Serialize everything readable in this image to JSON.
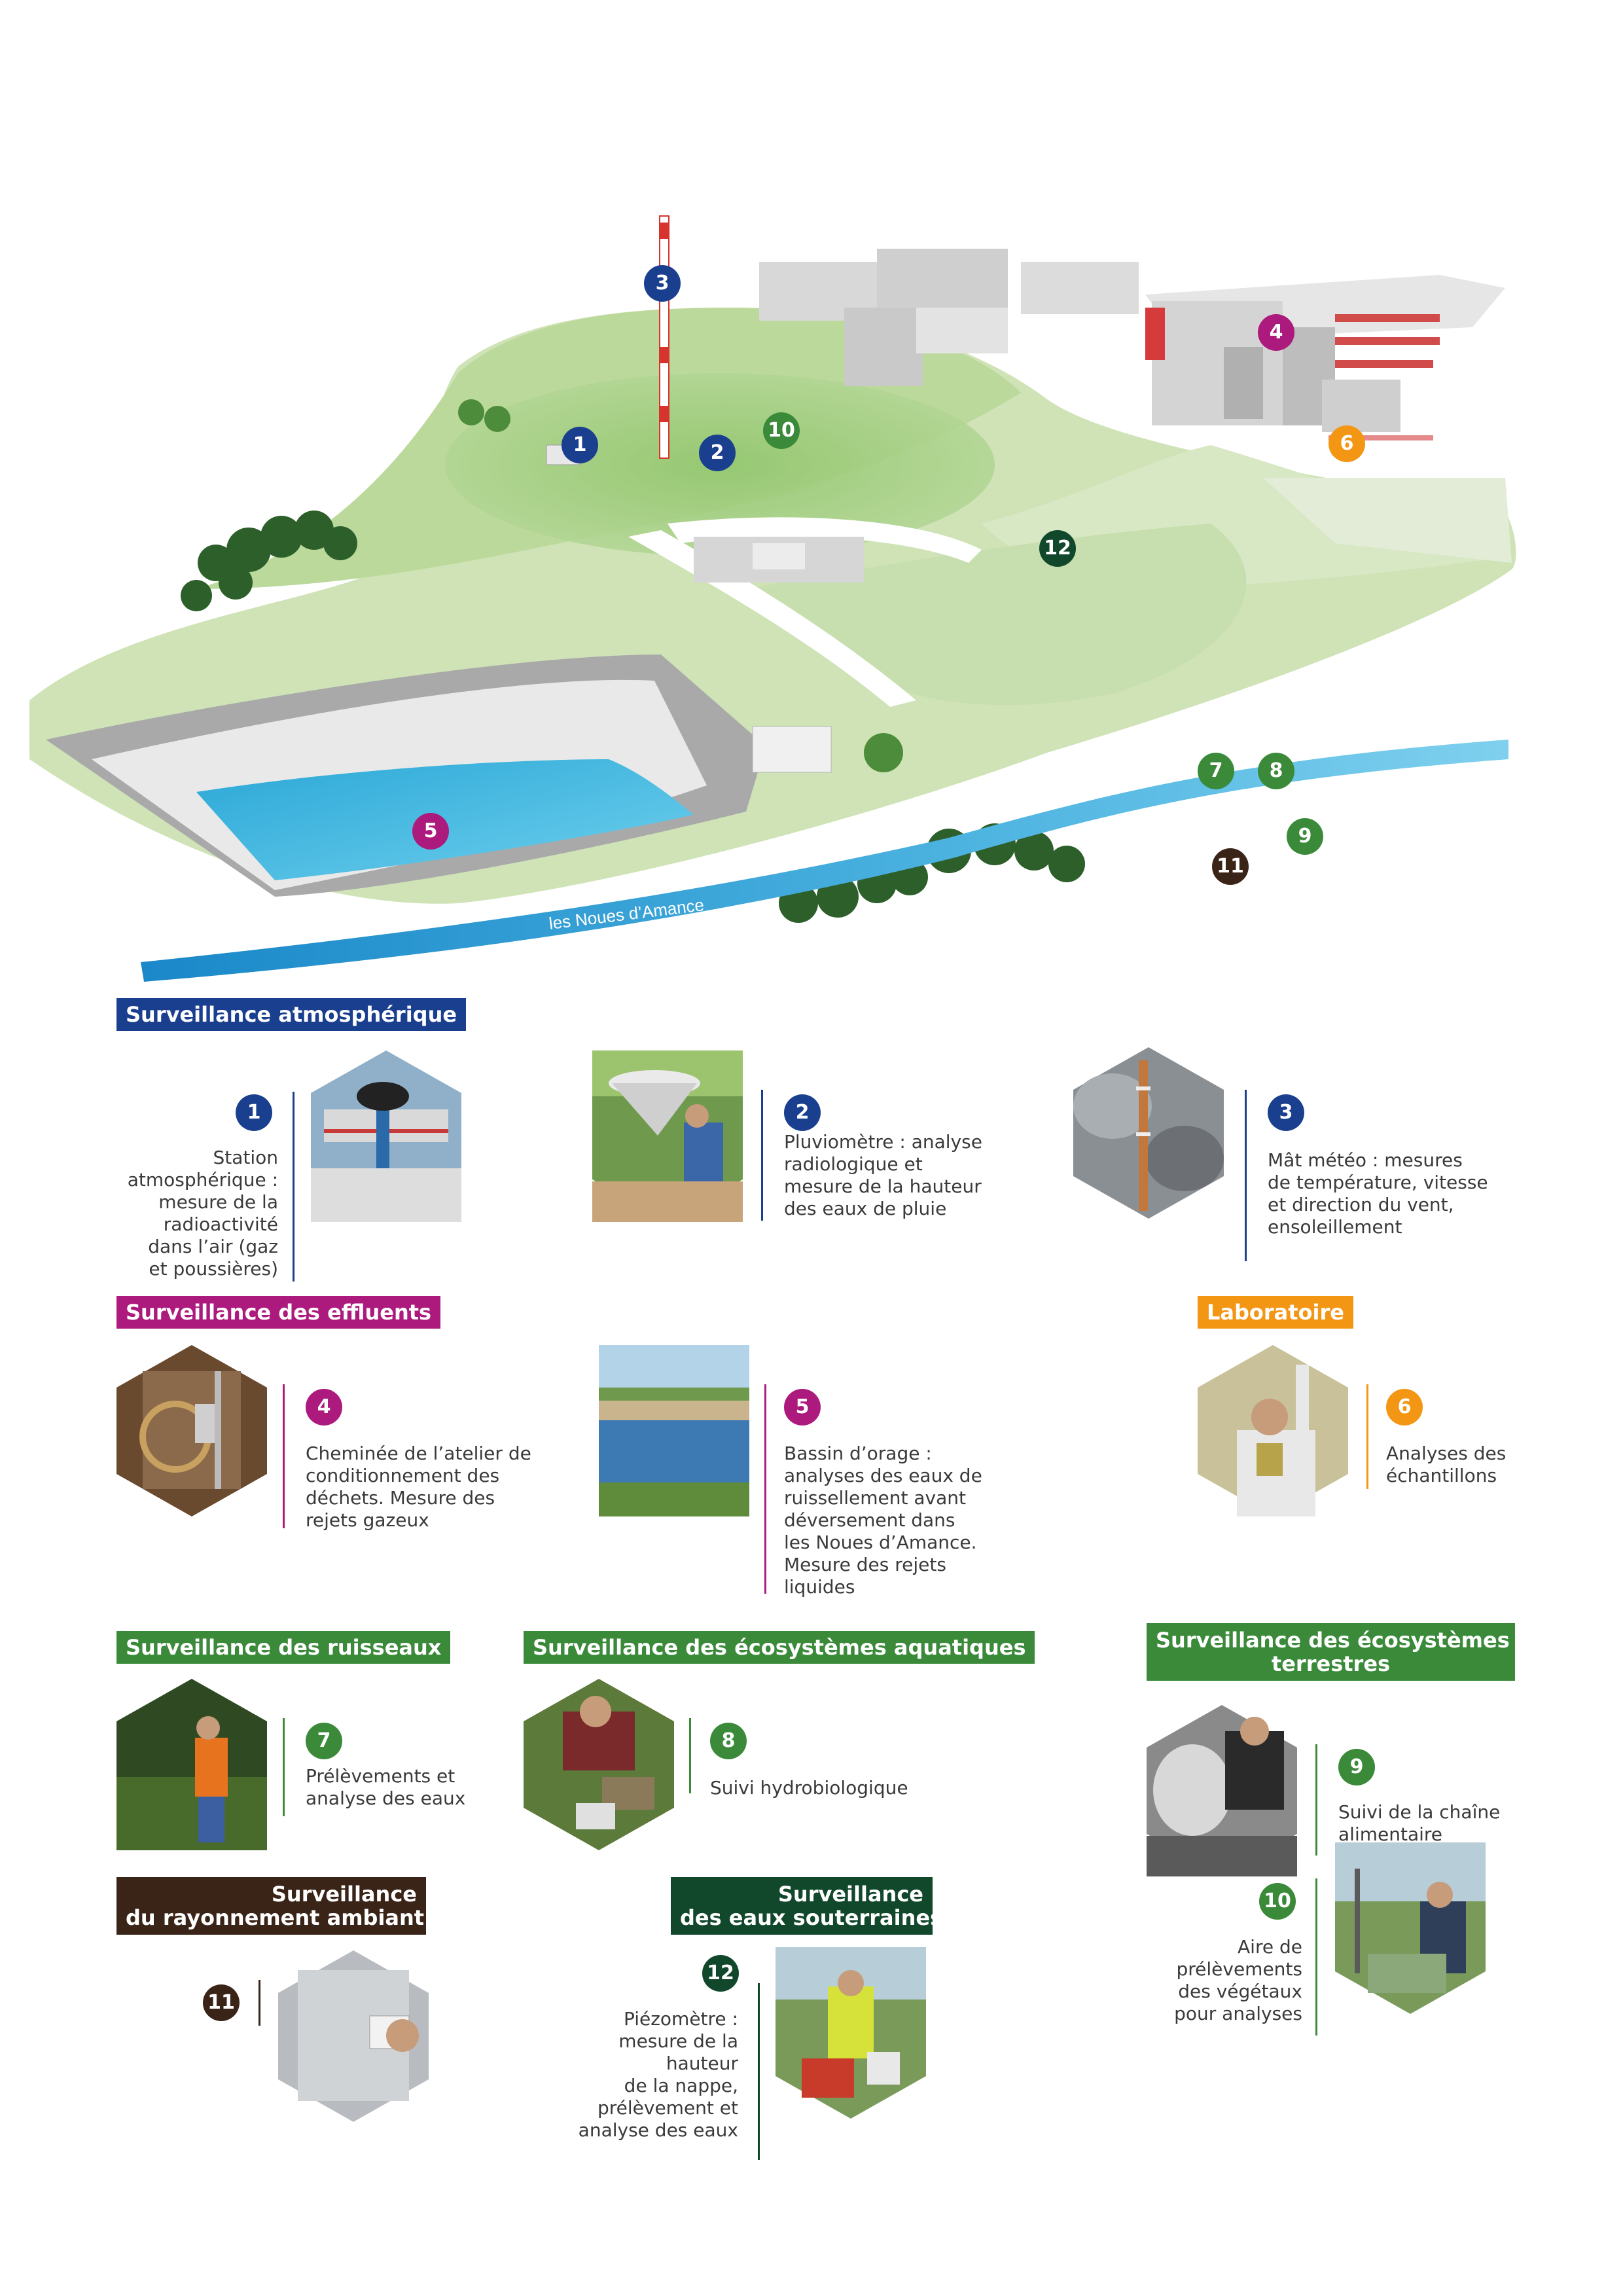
{
  "colors": {
    "atmos": "#1b3f8f",
    "effluents": "#ad1a7d",
    "labo": "#f39614",
    "green": "#3a8a3a",
    "dark_green": "#11472a",
    "brown": "#3a2418"
  },
  "map": {
    "river_label": "les Noues d’Amance",
    "markers": [
      {
        "num": "1",
        "color": "#1b3f8f"
      },
      {
        "num": "2",
        "color": "#1b3f8f"
      },
      {
        "num": "3",
        "color": "#1b3f8f"
      },
      {
        "num": "4",
        "color": "#ad1a7d"
      },
      {
        "num": "5",
        "color": "#ad1a7d"
      },
      {
        "num": "6",
        "color": "#f39614"
      },
      {
        "num": "7",
        "color": "#3a8a3a"
      },
      {
        "num": "8",
        "color": "#3a8a3a"
      },
      {
        "num": "9",
        "color": "#3a8a3a"
      },
      {
        "num": "10",
        "color": "#3a8a3a"
      },
      {
        "num": "11",
        "color": "#3a2418"
      },
      {
        "num": "12",
        "color": "#11472a"
      }
    ]
  },
  "headings": {
    "atmos": "Surveillance atmosphérique",
    "effluents": "Surveillance des effluents",
    "labo": "Laboratoire",
    "ruisseaux": "Surveillance des ruisseaux",
    "aquatiques": "Surveillance des écosystèmes aquatiques",
    "terrestres_1": "Surveillance des écosystèmes",
    "terrestres_2": "terrestres",
    "rayonnement_1": "Surveillance",
    "rayonnement_2": "du rayonnement ambiant",
    "souterraines_1": "Surveillance",
    "souterraines_2": "des eaux souterraines"
  },
  "items": {
    "i1": {
      "num": "1",
      "photo": "atmospheric-station-photo",
      "lines": [
        "Station",
        "atmosphérique :",
        "mesure de la",
        "radioactivité",
        "dans l’air (gaz",
        "et poussières)"
      ]
    },
    "i2": {
      "num": "2",
      "photo": "rain-gauge-photo",
      "lines": [
        "Pluviomètre : analyse",
        "radiologique et",
        "mesure de la hauteur",
        "des eaux de pluie"
      ]
    },
    "i3": {
      "num": "3",
      "photo": "weather-mast-photo",
      "lines": [
        "Mât météo : mesures",
        "de température, vitesse",
        "et direction du vent,",
        "ensoleillement"
      ]
    },
    "i4": {
      "num": "4",
      "photo": "stack-photo",
      "lines": [
        "Cheminée de l’atelier de",
        "conditionnement des",
        "déchets. Mesure des",
        "rejets gazeux"
      ]
    },
    "i5": {
      "num": "5",
      "photo": "storm-basin-photo",
      "lines": [
        "Bassin d’orage :",
        "analyses des eaux de",
        "ruissellement avant",
        "déversement dans",
        "les Noues d’Amance.",
        "Mesure des rejets",
        "liquides"
      ]
    },
    "i6": {
      "num": "6",
      "photo": "laboratory-photo",
      "lines": [
        "Analyses des",
        "échantillons"
      ]
    },
    "i7": {
      "num": "7",
      "photo": "stream-sampling-photo",
      "lines": [
        "Prélèvements et",
        "analyse des eaux"
      ]
    },
    "i8": {
      "num": "8",
      "photo": "hydrobiology-photo",
      "lines": [
        "Suivi hydrobiologique"
      ]
    },
    "i9": {
      "num": "9",
      "photo": "food-chain-photo",
      "lines": [
        "Suivi de la chaîne",
        "alimentaire"
      ]
    },
    "i10": {
      "num": "10",
      "photo": "plant-sampling-photo",
      "lines": [
        "Aire de",
        "prélèvements",
        "des végétaux",
        "pour analyses"
      ]
    },
    "i11": {
      "num": "11",
      "photo": "dosimeter-photo",
      "lines": []
    },
    "i12": {
      "num": "12",
      "photo": "piezometer-photo",
      "lines": [
        "Piézomètre :",
        "mesure de la",
        "hauteur",
        "de la nappe,",
        "prélèvement et",
        "analyse des eaux"
      ]
    }
  }
}
